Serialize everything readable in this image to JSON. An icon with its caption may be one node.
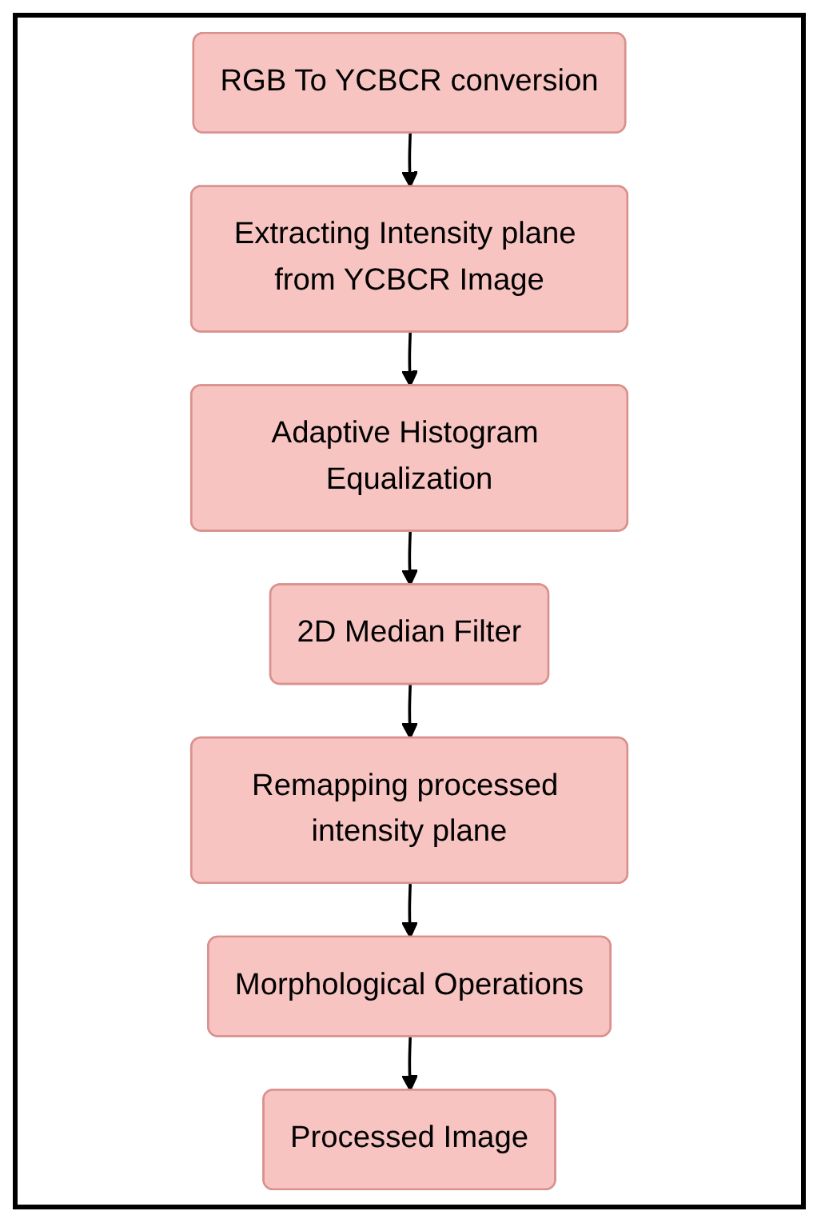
{
  "diagram": {
    "nodes": [
      {
        "text": [
          "RGB To YCBCR conversion"
        ]
      },
      {
        "text": [
          "Extracting Intensity plane from YCBCR Image"
        ]
      },
      {
        "text": [
          "Adaptive Histogram Equalization"
        ]
      },
      {
        "text": [
          "2D Median Filter"
        ]
      },
      {
        "text": [
          "Remapping processed intensity plane"
        ]
      },
      {
        "text": [
          "Morphological Operations"
        ]
      },
      {
        "text": [
          "Processed Image"
        ]
      }
    ],
    "edges": [
      {
        "from": 0,
        "to": 1,
        "arrow": "to"
      },
      {
        "from": 1,
        "to": 2,
        "arrow": "to"
      },
      {
        "from": 2,
        "to": 3,
        "arrow": "to"
      },
      {
        "from": 3,
        "to": 4,
        "arrow": "to"
      },
      {
        "from": 4,
        "to": 5,
        "arrow": "to"
      },
      {
        "from": 5,
        "to": 6,
        "arrow": "to"
      }
    ]
  }
}
